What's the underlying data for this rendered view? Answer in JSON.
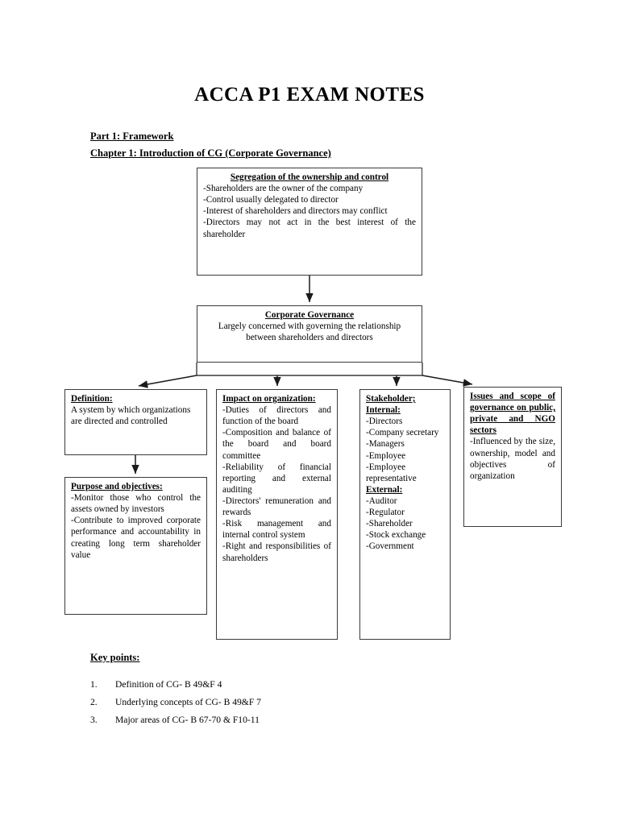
{
  "document": {
    "title": "ACCA P1 EXAM NOTES",
    "part_heading": "Part 1: Framework",
    "chapter_heading": "Chapter 1: Introduction of CG (Corporate Governance)"
  },
  "diagram": {
    "segregation": {
      "heading": "Segregation of the ownership and control",
      "lines": [
        "-Shareholders are the owner of the company",
        "-Control usually delegated to director",
        "-Interest of shareholders and directors may conflict",
        "-Directors may not act in the best interest of the shareholder"
      ]
    },
    "corporate_governance": {
      "heading": "Corporate Governance",
      "body": "Largely concerned with governing the relationship between shareholders and directors"
    },
    "definition": {
      "heading": "Definition:",
      "body": "A system by which organizations are directed and controlled"
    },
    "purpose": {
      "heading": "Purpose and objectives:",
      "lines": [
        "-Monitor those who control the assets owned by investors",
        "-Contribute to improved corporate performance and accountability in creating long term shareholder value"
      ]
    },
    "impact": {
      "heading": "Impact on organization:",
      "lines": [
        "-Duties of directors and function of the board",
        "-Composition and balance of the board and board committee",
        "-Reliability of financial reporting and external auditing",
        "-Directors' remuneration and rewards",
        "-Risk management and internal control system",
        "-Right and responsibilities of shareholders"
      ]
    },
    "stakeholder": {
      "heading": "Stakeholder;",
      "internal_heading": "Internal:",
      "internal": [
        "-Directors",
        "-Company secretary",
        "-Managers",
        "-Employee",
        "-Employee representative"
      ],
      "external_heading": "External:",
      "external": [
        "-Auditor",
        "-Regulator",
        "-Shareholder",
        "-Stock exchange",
        "-Government"
      ]
    },
    "issues": {
      "heading": "Issues and scope of governance on public, private and NGO sectors",
      "body": "-Influenced by the size, ownership, model and objectives of organization"
    }
  },
  "key_points": {
    "heading": "Key points:",
    "items": [
      {
        "num": "1.",
        "text": "Definition of CG- B 49&F 4"
      },
      {
        "num": "2.",
        "text": "Underlying concepts of CG- B 49&F 7"
      },
      {
        "num": "3.",
        "text": "Major areas of CG- B 67-70 & F10-11"
      }
    ]
  },
  "colors": {
    "text": "#000000",
    "border": "#3a3a3a",
    "background": "#ffffff"
  }
}
